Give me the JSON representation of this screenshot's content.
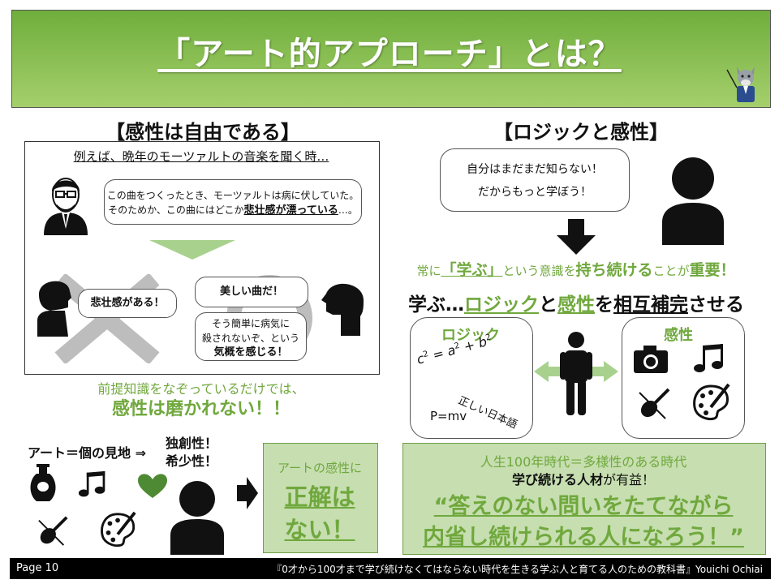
{
  "header": {
    "title": "「アート的アプローチ」とは？",
    "mascot_icon": "wolf-conductor-icon"
  },
  "left": {
    "heading": "【感性は自由である】",
    "example_text": "例えば、晩年のモーツァルトの音楽を聞く時…",
    "teacher_line1": "この曲をつくったとき、モーツァルトは病に伏していた。",
    "teacher_line2a": "そのためか、この曲にはどこか",
    "teacher_line2b": "悲壮感が漂っている",
    "teacher_line2c": "…。",
    "bad_bubble": "悲壮感がある！",
    "good_bubble_1": "美しい曲だ！",
    "good_bubble_2_line1": "そう簡単に病気に",
    "good_bubble_2_line2": "殺されないぞ、という",
    "good_bubble_2_line3": "気概を感じる！",
    "caption_line1": "前提知識をなぞっているだけでは、",
    "caption_line2": "感性は磨かれない！！"
  },
  "right": {
    "heading": "【ロジックと感性】",
    "bubble_line1": "自分はまだまだ知らない！",
    "bubble_line2": "だからもっと学ぼう！",
    "always_a": "常に",
    "always_b": "「学ぶ」",
    "always_c": "という意識を",
    "always_d": "持ち続ける",
    "always_e": "ことが",
    "always_f": "重要！",
    "learn_a": "学ぶ…",
    "learn_b": "ロジック",
    "learn_c": "と",
    "learn_d": "感性",
    "learn_e": "を",
    "learn_f": "相互補完",
    "learn_g": "させる",
    "logic_title": "ロジック",
    "logic_formula_lhs": "c",
    "logic_formula_rest": " = a",
    "logic_formula_plus": " + b",
    "logic_japanese": "正しい日本語",
    "logic_physics": "P=mv",
    "sense_title": "感性"
  },
  "bottom_left": {
    "art_equals": "アート＝個の見地 ⇒",
    "unique1": "独創性！",
    "unique2": "希少性！",
    "no_answer_line1": "アートの感性に",
    "no_answer_line2": "正解は",
    "no_answer_line3": "ない！"
  },
  "bottom_right": {
    "line1": "人生100年時代＝多様性のある時代",
    "line2a": "学び続ける人材",
    "line2b": "が有益！",
    "line3": "“答えのない問いをたてながら",
    "line4": "内省し続けられる人になろう！”"
  },
  "footer": {
    "page": "Page 10",
    "book": "『0才から100才まで学び続けなくてはならない時代を生きる学ぶ人と育てる人のための教科書』Youichi Ochiai"
  },
  "colors": {
    "accent_green": "#70a83d",
    "box_green": "#c6deb0",
    "banner_green": "#7fb947"
  }
}
